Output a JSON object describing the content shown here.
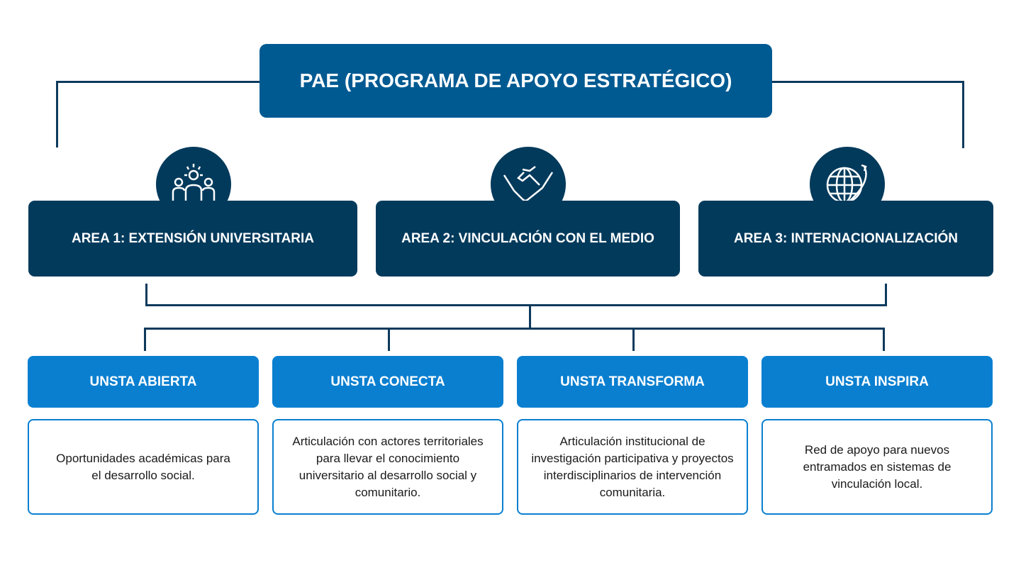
{
  "title": "PAE (PROGRAMA DE APOYO ESTRATÉGICO)",
  "areas": [
    {
      "label": "AREA 1: EXTENSIÓN UNIVERSITARIA",
      "icon": "people-icon"
    },
    {
      "label": "AREA 2: VINCULACIÓN CON EL MEDIO",
      "icon": "handshake-icon"
    },
    {
      "label": "AREA 3: INTERNACIONALIZACIÓN",
      "icon": "globe-icon"
    }
  ],
  "programs": [
    {
      "name": "UNSTA ABIERTA",
      "desc": "Oportunidades académicas para el desarrollo social."
    },
    {
      "name": "UNSTA CONECTA",
      "desc": "Articulación con actores territoriales para llevar el conocimiento universitario al desarrollo social y comunitario."
    },
    {
      "name": "UNSTA TRANSFORMA",
      "desc": "Articulación institucional de investigación participativa y proyectos interdisciplinarios de intervención comunitaria."
    },
    {
      "name": "UNSTA INSPIRA",
      "desc": "Red de apoyo para nuevos entramados en sistemas de vinculación local."
    }
  ],
  "colors": {
    "primary": "#005a92",
    "dark": "#023a5c",
    "accent": "#0a7fd0"
  }
}
